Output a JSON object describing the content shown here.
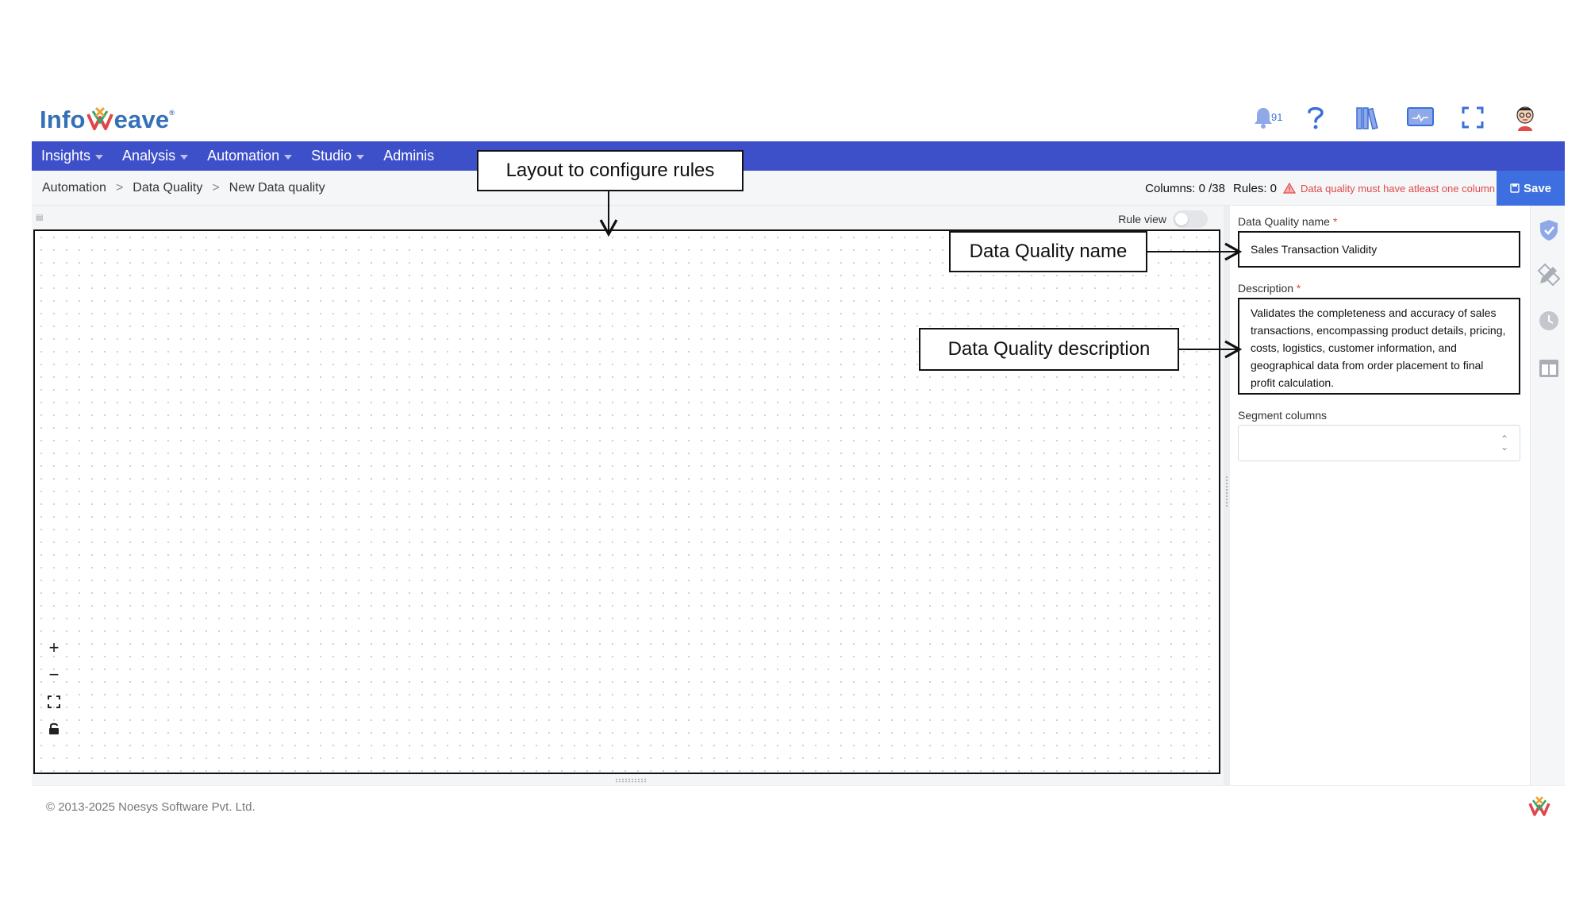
{
  "header": {
    "logo_left": "Info",
    "logo_right": "eave",
    "logo_reg": "®",
    "notification_count": "91"
  },
  "nav": {
    "items": [
      {
        "label": "Insights"
      },
      {
        "label": "Analysis"
      },
      {
        "label": "Automation"
      },
      {
        "label": "Studio"
      },
      {
        "label": "Adminis"
      }
    ]
  },
  "breadcrumb": {
    "items": [
      "Automation",
      "Data Quality",
      "New Data quality"
    ],
    "separator": ">"
  },
  "status": {
    "columns": "Columns: 0 /38",
    "rules": "Rules: 0",
    "warning": "Data quality must have atleast one column",
    "save_label": "Save"
  },
  "canvas": {
    "rule_view_label": "Rule view",
    "rule_view_on": false,
    "zoom_in": "+",
    "zoom_out": "−"
  },
  "form": {
    "name_label": "Data Quality name",
    "name_value": "Sales Transaction Validity",
    "description_label": "Description",
    "description_value": "Validates the completeness and accuracy of sales transactions, encompassing product details, pricing, costs, logistics, customer information, and geographical data from order placement to final profit calculation.",
    "segment_label": "Segment columns",
    "required_mark": "*"
  },
  "footer": {
    "copyright": "© 2013-2025 Noesys Software Pvt. Ltd."
  },
  "annotations": {
    "layout": "Layout to configure rules",
    "name": "Data Quality name",
    "description": "Data Quality description"
  },
  "colors": {
    "nav_bg": "#3d50c9",
    "save_bg": "#3d6fe0",
    "warning": "#e14a4a",
    "icon_blue": "#3a6fd8"
  }
}
